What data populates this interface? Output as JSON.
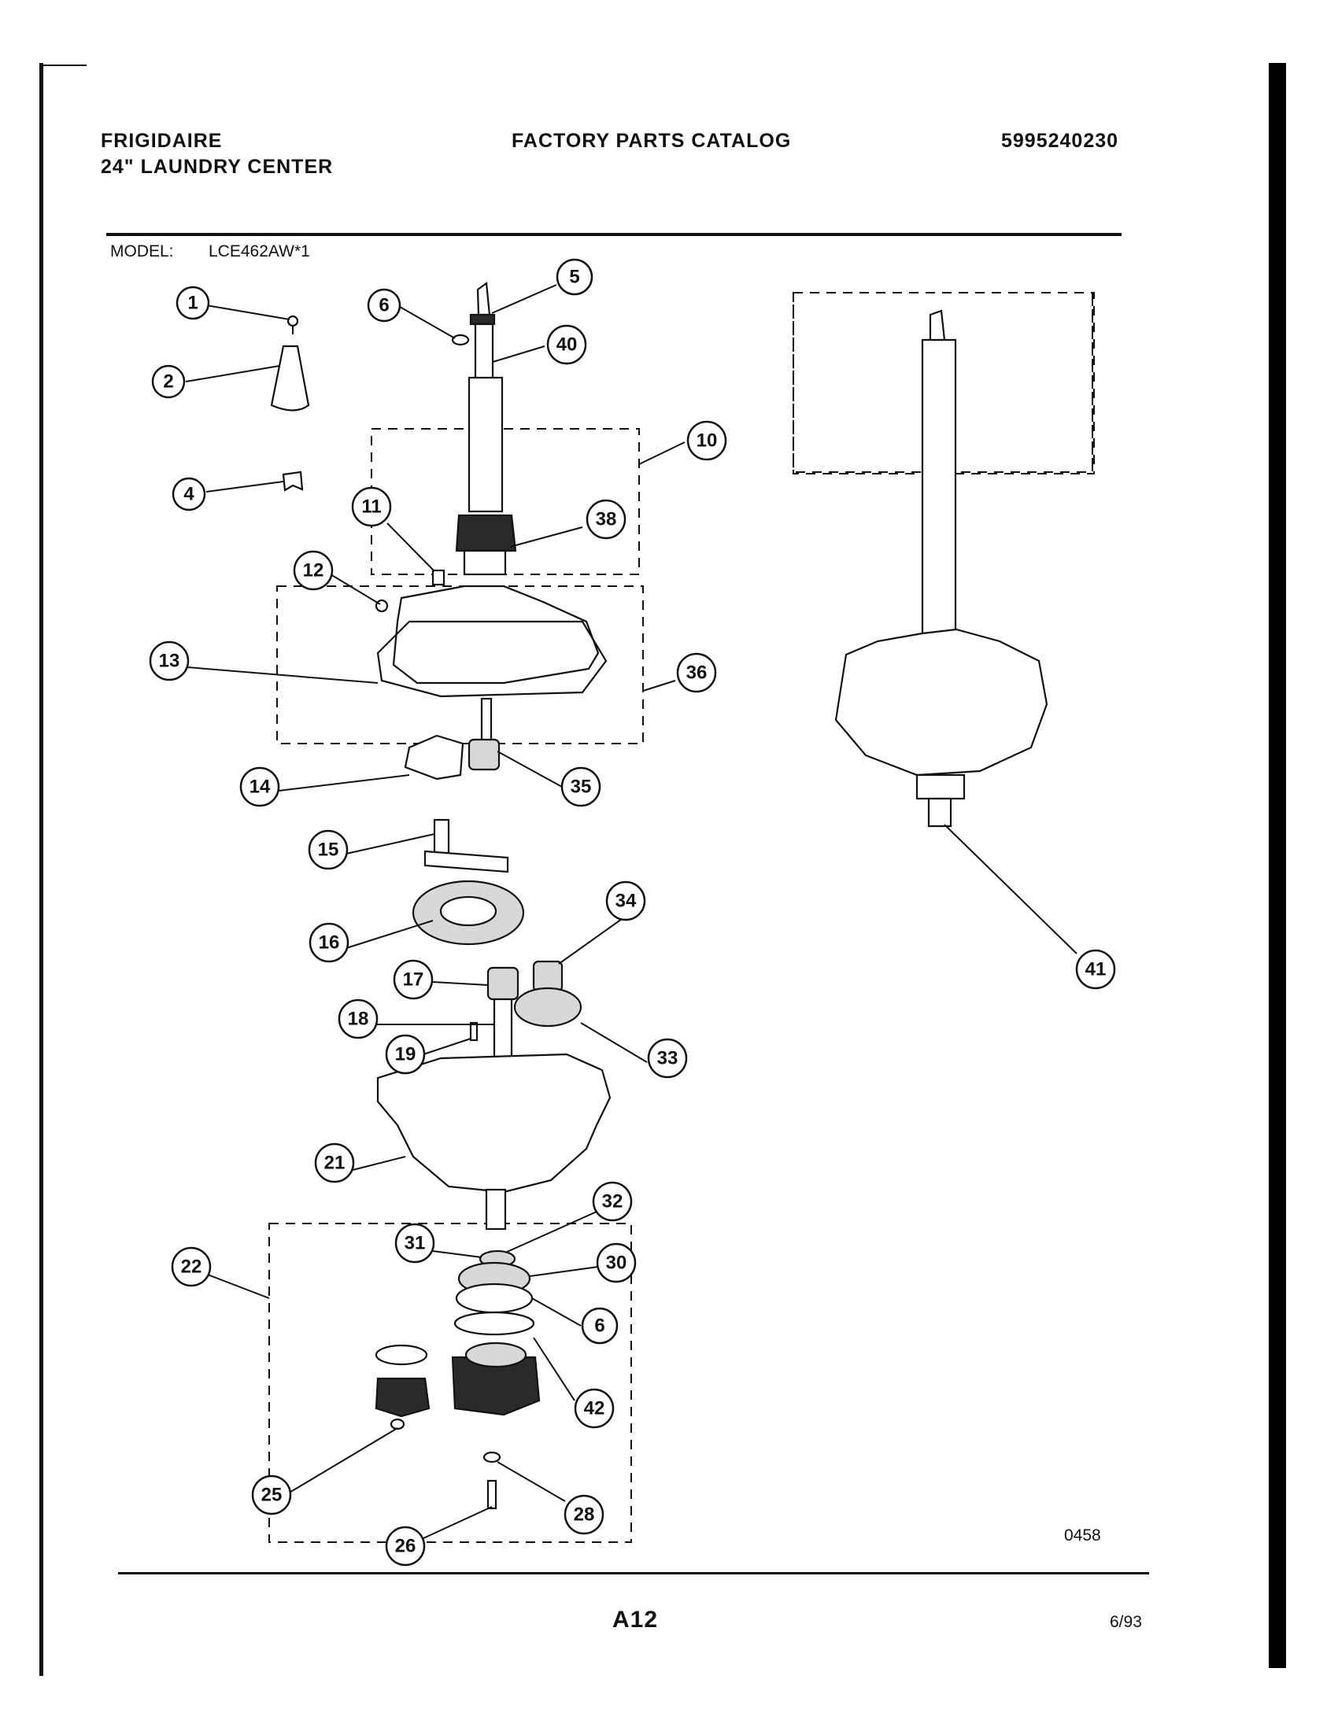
{
  "header": {
    "brand": "FRIGIDAIRE",
    "product": "24\" LAUNDRY CENTER",
    "catalog_title": "FACTORY PARTS CATALOG",
    "catalog_number": "5995240230"
  },
  "model": {
    "label": "MODEL:",
    "value": "LCE462AW*1"
  },
  "diagram": {
    "callouts": [
      "1",
      "2",
      "4",
      "5",
      "6",
      "40",
      "10",
      "11",
      "38",
      "12",
      "13",
      "36",
      "14",
      "35",
      "15",
      "16",
      "34",
      "17",
      "18",
      "19",
      "33",
      "21",
      "32",
      "31",
      "30",
      "22",
      "6",
      "42",
      "25",
      "28",
      "26",
      "41"
    ],
    "drawing_code": "0458"
  },
  "footer": {
    "page": "A12",
    "date": "6/93"
  },
  "colors": {
    "ink": "#111111",
    "paper": "#ffffff",
    "scan_edge": "#000000"
  }
}
